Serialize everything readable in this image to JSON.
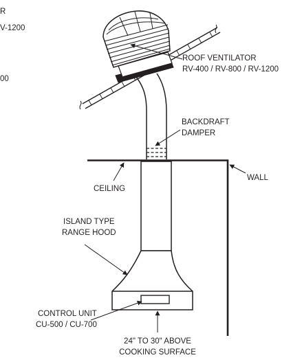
{
  "cropped_left_labels": {
    "line1": "R",
    "line2": "V-1200",
    "line3": "00"
  },
  "labels": {
    "roof_ventilator_title": "ROOF VENTILATOR",
    "roof_ventilator_models": "RV-400 / RV-800 / RV-1200",
    "backdraft_line1": "BACKDRAFT",
    "backdraft_line2": "DAMPER",
    "wall": "WALL",
    "ceiling": "CEILING",
    "hood_line1": "ISLAND TYPE",
    "hood_line2": "RANGE HOOD",
    "control_line1": "CONTROL UNIT",
    "control_line2": "CU-500 / CU-700",
    "height_line1": "24\" TO 30\" ABOVE",
    "height_line2": "COOKING SURFACE"
  },
  "colors": {
    "ink": "#231f20",
    "background": "#ffffff"
  }
}
